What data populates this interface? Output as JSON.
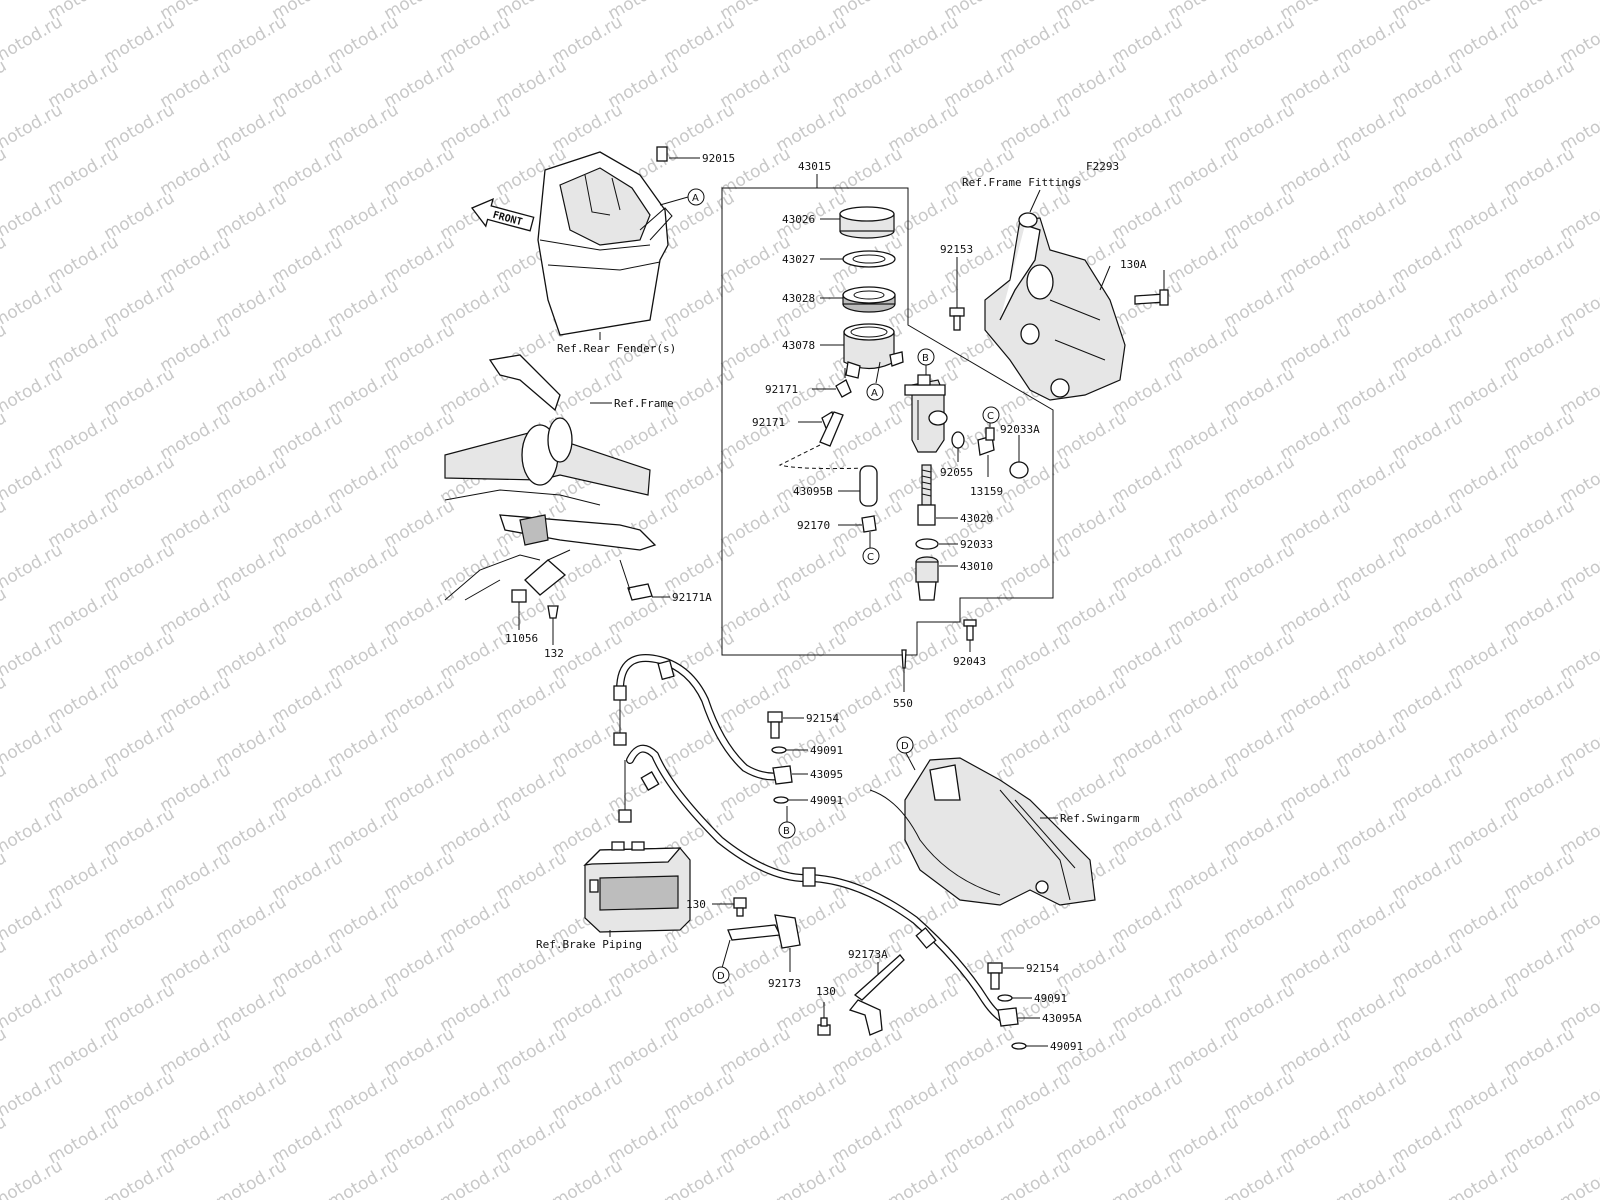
{
  "diagram": {
    "figure_code": "F2293",
    "watermark": "motod.ru",
    "front_label": "FRONT",
    "references": {
      "rear_fender": "Ref.Rear Fender(s)",
      "frame": "Ref.Frame",
      "frame_fittings": "Ref.Frame Fittings",
      "swingarm": "Ref.Swingarm",
      "brake_piping": "Ref.Brake Piping"
    },
    "callouts": {
      "a": "A",
      "b": "B",
      "c": "C",
      "d": "D"
    },
    "parts": {
      "p92015": "92015",
      "p43015": "43015",
      "p43026": "43026",
      "p43027": "43027",
      "p43028": "43028",
      "p43078": "43078",
      "p92171_1": "92171",
      "p92171_2": "92171",
      "p43095B": "43095B",
      "p92170": "92170",
      "p92153": "92153",
      "p130A": "130A",
      "p92055": "92055",
      "p92033A": "92033A",
      "p13159": "13159",
      "p43020": "43020",
      "p92033": "92033",
      "p43010": "43010",
      "p92043": "92043",
      "p550": "550",
      "p92171A": "92171A",
      "p11056": "11056",
      "p132": "132",
      "p92154_1": "92154",
      "p49091_1": "49091",
      "p43095": "43095",
      "p49091_2": "49091",
      "p130_1": "130",
      "p92173": "92173",
      "p92173A": "92173A",
      "p130_2": "130",
      "p92154_2": "92154",
      "p49091_3": "49091",
      "p43095A": "43095A",
      "p49091_4": "49091"
    }
  }
}
